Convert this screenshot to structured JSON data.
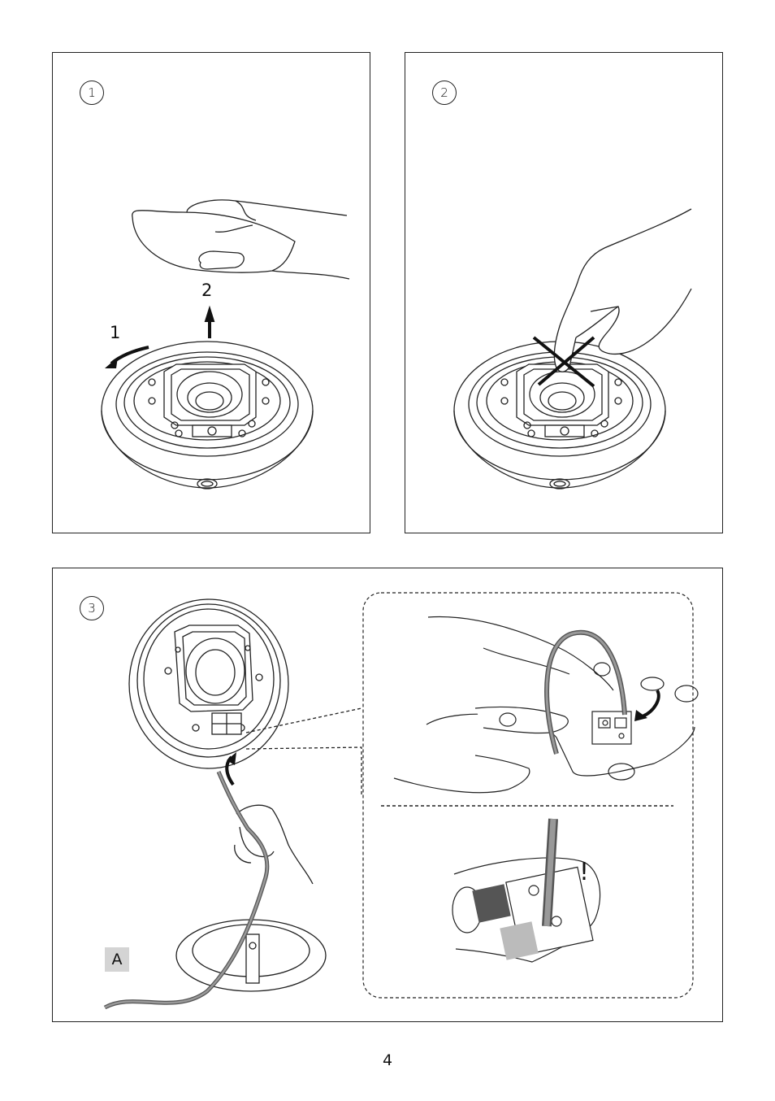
{
  "panels": {
    "step1": {
      "number": "1",
      "label_rotate": "1",
      "label_lift": "2"
    },
    "step2": {
      "number": "2"
    },
    "step3": {
      "number": "3",
      "label_a": "A",
      "warning": "!"
    }
  },
  "page_number": "4"
}
